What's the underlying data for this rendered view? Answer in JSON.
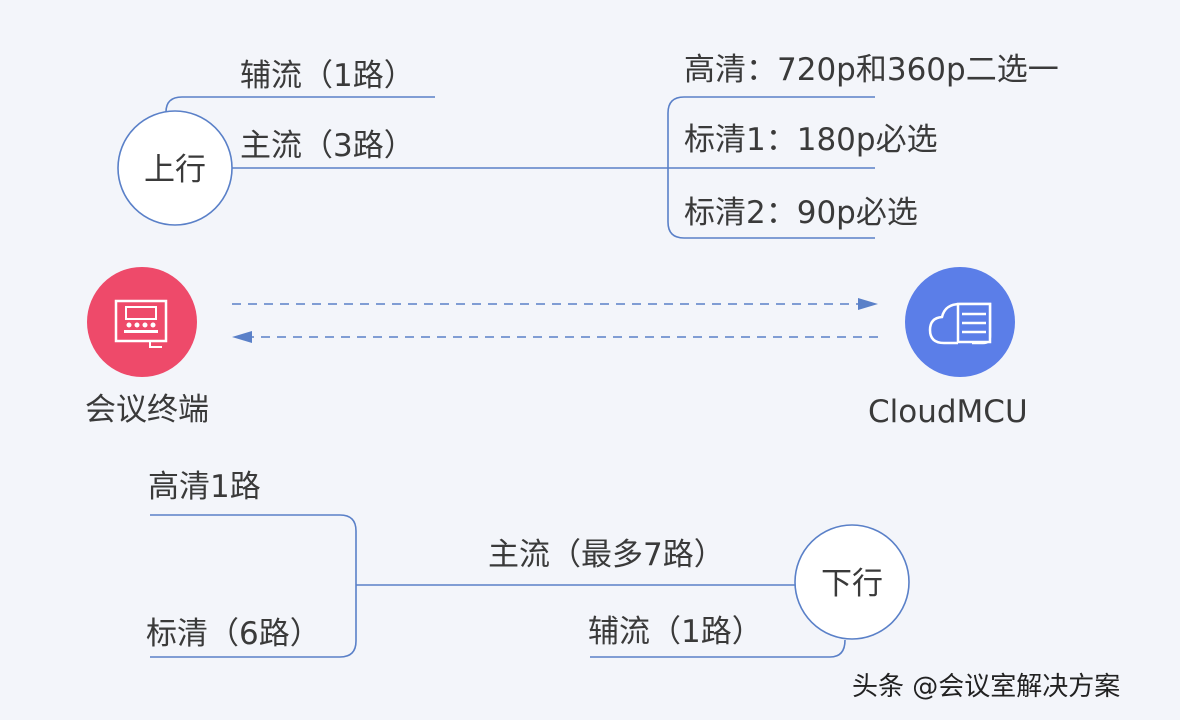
{
  "uplink": {
    "label": "上行",
    "aux": "辅流（1路）",
    "main": "主流（3路）",
    "hd": "高清：720p和360p二选一",
    "sd1": "标清1：180p必选",
    "sd2": "标清2：90p必选"
  },
  "terminal": {
    "label": "会议终端",
    "icon": "conference-terminal-icon",
    "color": "#ee4a6a"
  },
  "mcu": {
    "label": "CloudMCU",
    "icon": "cloud-server-icon",
    "color": "#5b7ee8"
  },
  "downlink": {
    "label": "下行",
    "hd": "高清1路",
    "sd": "标清（6路）",
    "main": "主流（最多7路）",
    "aux": "辅流（1路）"
  },
  "watermark": "头条 @会议室解决方案"
}
